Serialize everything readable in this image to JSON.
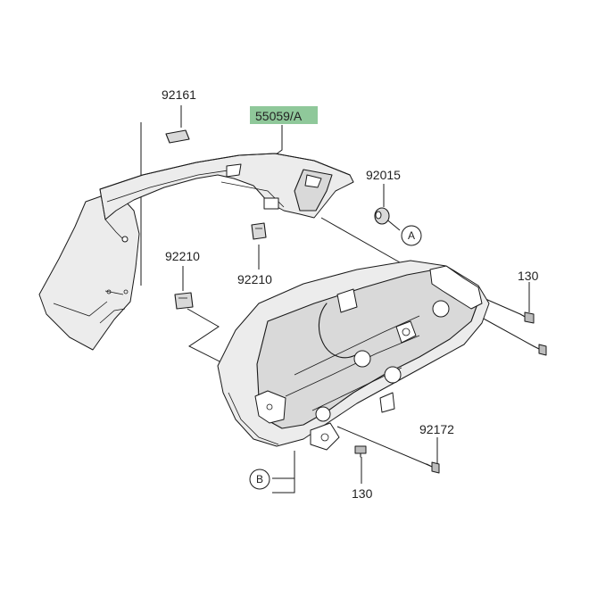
{
  "parts": {
    "p92161": "92161",
    "p55059": "55059/A",
    "p92015": "92015",
    "p92210_upper": "92210",
    "p92210_left": "92210",
    "p130_right": "130",
    "p130_bottom": "130",
    "p92172": "92172"
  },
  "refs": {
    "a": "A",
    "b": "B"
  },
  "colors": {
    "highlight": "#8fc89a",
    "ink": "#1a1a1a",
    "shade": "#d9d9d9"
  }
}
